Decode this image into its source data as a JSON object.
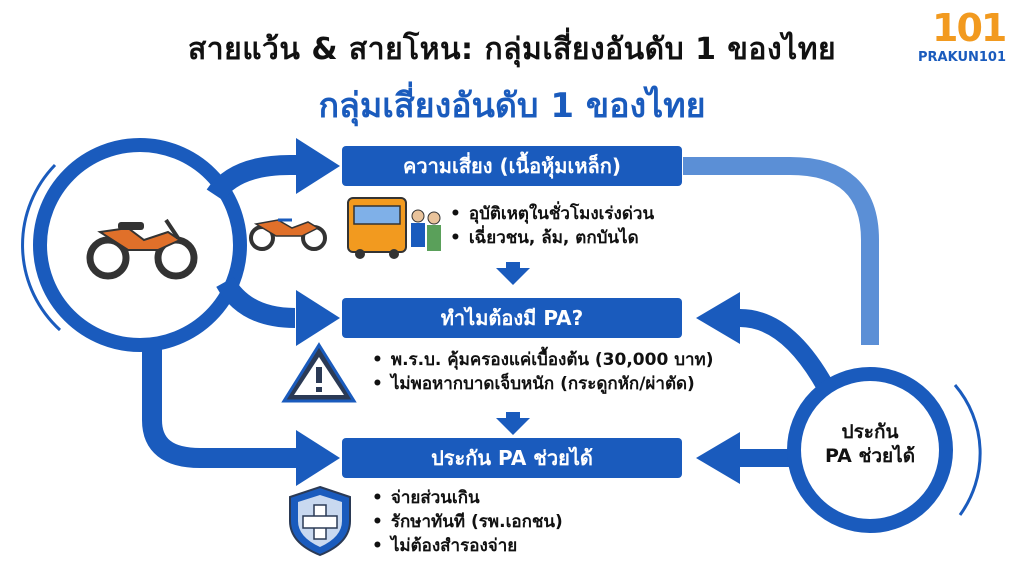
{
  "header": {
    "title": "สายแว้น & สายโหน: กลุ่มเสี่ยงอันดับ 1 ของไทย",
    "subtitle": "กลุ่มเสี่ยงอันดับ 1 ของไทย"
  },
  "logo": {
    "number": "101",
    "text": "PRAKUN101"
  },
  "sections": [
    {
      "title": "ความเสี่ยง (เนื้อหุ้มเหล็ก)",
      "bullets": [
        "อุบัติเหตุในชั่วโมงเร่งด่วน",
        "เฉี่ยวชน, ล้ม, ตกบันได"
      ],
      "icons": [
        "motorcycle-icon",
        "bus-icon"
      ]
    },
    {
      "title": "ทำไมต้องมี PA?",
      "bullets": [
        "พ.ร.บ. คุ้มครองแค่เบื้องต้น (30,000 บาท)",
        "ไม่พอหากบาดเจ็บหนัก (กระดูกหัก/ผ่าตัด)"
      ],
      "icons": [
        "warning-icon"
      ]
    },
    {
      "title": "ประกัน PA ช่วยได้",
      "bullets": [
        "จ่ายส่วนเกิน",
        "รักษาทันที (รพ.เอกชน)",
        "ไม่ต้องสำรองจ่าย"
      ],
      "icons": [
        "shield-icon"
      ]
    }
  ],
  "circle": {
    "line1": "ประกัน",
    "line2": "PA ช่วยได้"
  },
  "colors": {
    "primary": "#1a5bbd",
    "accent": "#f29a1f",
    "light_blue": "#5b8fd6"
  }
}
